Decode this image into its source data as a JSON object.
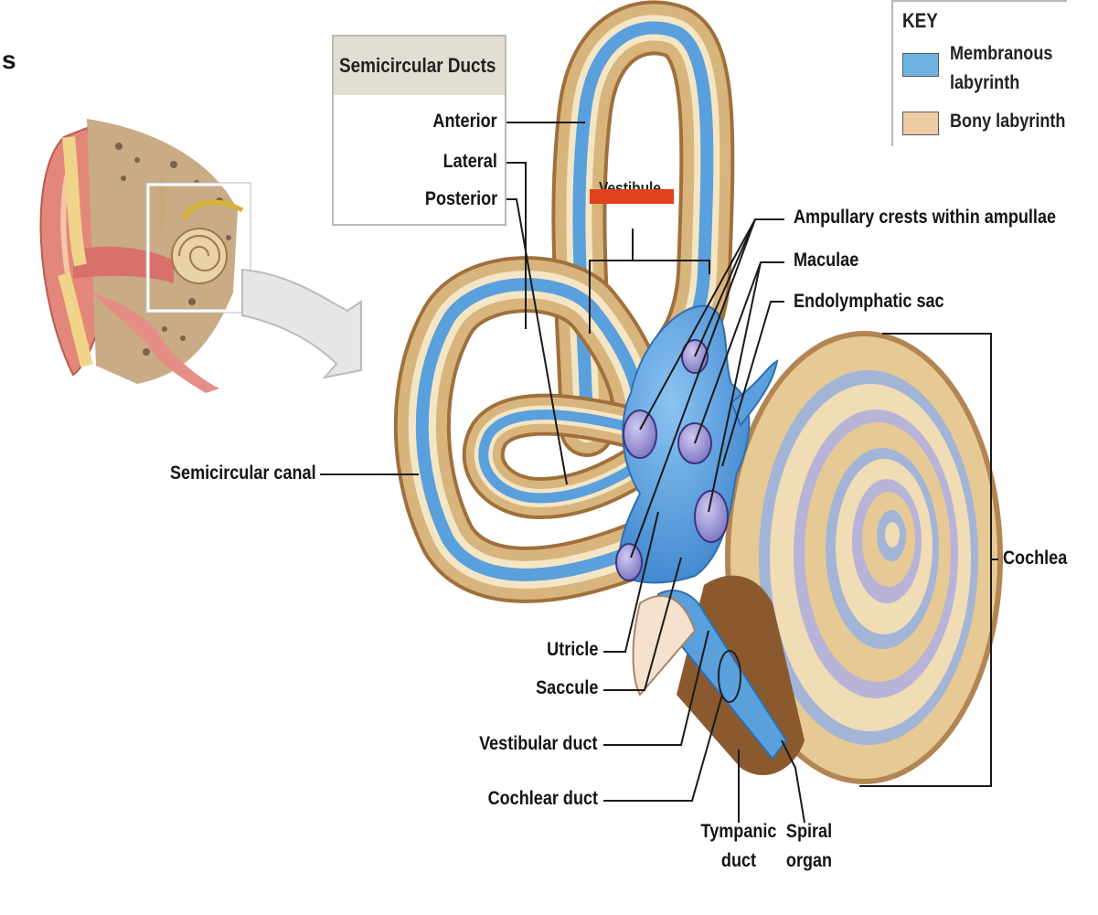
{
  "corner_text": "s",
  "semicircular_ducts": {
    "header": "Semicircular Ducts",
    "anterior": "Anterior",
    "lateral": "Lateral",
    "posterior": "Posterior"
  },
  "key": {
    "title": "KEY",
    "membranous_line1": "Membranous",
    "membranous_line2": "labyrinth",
    "bony": "Bony labyrinth",
    "membranous_color": "#6fb3e3",
    "bony_color": "#edcba3"
  },
  "labels": {
    "vestibule": "Vestibule",
    "ampullary_crests": "Ampullary crests within ampullae",
    "maculae": "Maculae",
    "endolymphatic_sac": "Endolymphatic sac",
    "semicircular_canal": "Semicircular canal",
    "cochlea": "Cochlea",
    "utricle": "Utricle",
    "saccule": "Saccule",
    "vestibular_duct": "Vestibular duct",
    "cochlear_duct": "Cochlear duct",
    "tympanic_duct_1": "Tympanic",
    "tympanic_duct_2": "duct",
    "spiral_organ_1": "Spiral",
    "spiral_organ_2": "organ"
  },
  "colors": {
    "bony_tan": "#d9b57e",
    "bony_light": "#f0dcb5",
    "bony_dark": "#7a4e2a",
    "membranous_blue": "#5aa0dd",
    "membranous_light": "#9ccaf0",
    "macula_purple": "#8c86c8",
    "cochlea_lilac": "#b7b4d8",
    "vestibule_redbar": "#e2401f"
  }
}
